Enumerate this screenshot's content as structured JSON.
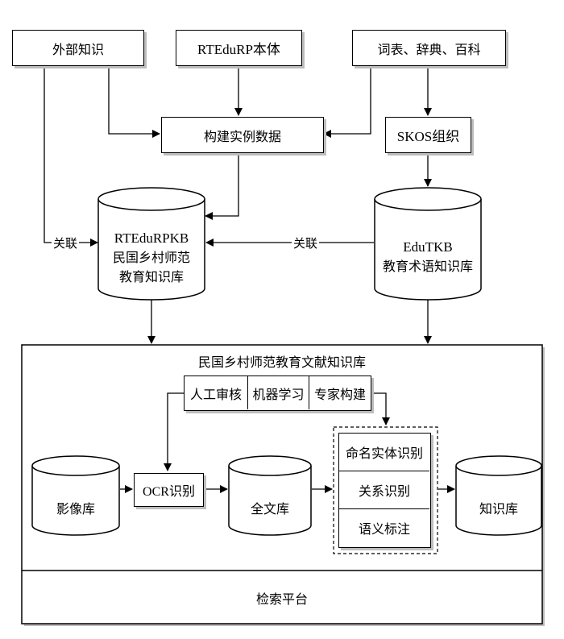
{
  "top": {
    "external_knowledge": "外部知识",
    "ontology": "RTEduRP本体",
    "thesaurus": "词表、辞典、百科"
  },
  "middle": {
    "build_instance": "构建实例数据",
    "skos": "SKOS组织"
  },
  "kb_left": {
    "line1": "RTEduRPKB",
    "line2": "民国乡村师范",
    "line3": "教育知识库"
  },
  "kb_right": {
    "line1": "EduTKB",
    "line2": "教育术语知识库"
  },
  "links": {
    "left_link": "关联",
    "middle_link": "关联"
  },
  "platform": {
    "title": "民国乡村师范教育文献知识库",
    "methods": [
      "人工审核",
      "机器学习",
      "专家构建"
    ],
    "image_db": "影像库",
    "ocr": "OCR识别",
    "fulltext_db": "全文库",
    "tasks": [
      "命名实体识别",
      "关系识别",
      "语义标注"
    ],
    "knowledge_db": "知识库"
  },
  "search": {
    "label": "检索平台"
  }
}
